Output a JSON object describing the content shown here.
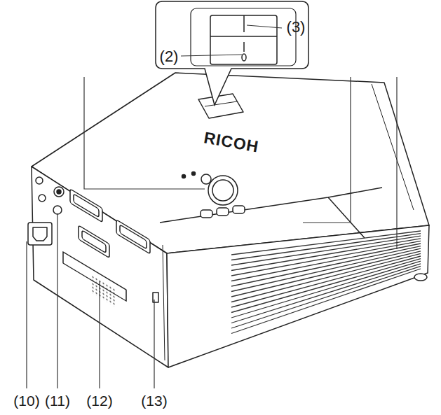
{
  "diagram": {
    "labels": [
      "(2)",
      "(3)",
      "RICOH",
      "(10)",
      "(11)",
      "(12)",
      "(13)"
    ]
  }
}
